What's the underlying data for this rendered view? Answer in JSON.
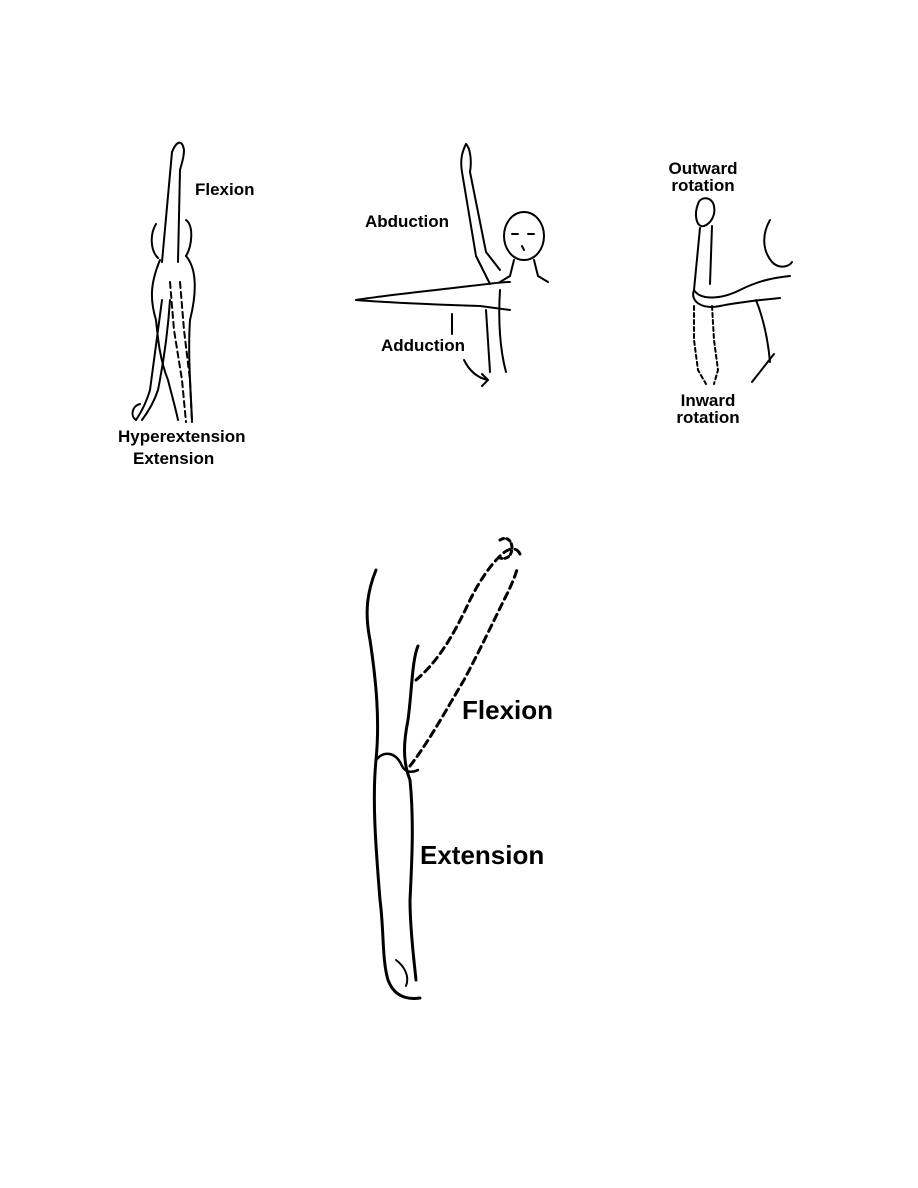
{
  "shoulder_figure": {
    "flexion": "Flexion",
    "hyperextension": "Hyperextension",
    "extension": "Extension"
  },
  "abduction_figure": {
    "abduction": "Abduction",
    "adduction": "Adduction"
  },
  "rotation_figure": {
    "outward_line1": "Outward",
    "outward_line2": "rotation",
    "inward_line1": "Inward",
    "inward_line2": "rotation"
  },
  "elbow_figure": {
    "flexion": "Flexion",
    "extension": "Extension"
  }
}
